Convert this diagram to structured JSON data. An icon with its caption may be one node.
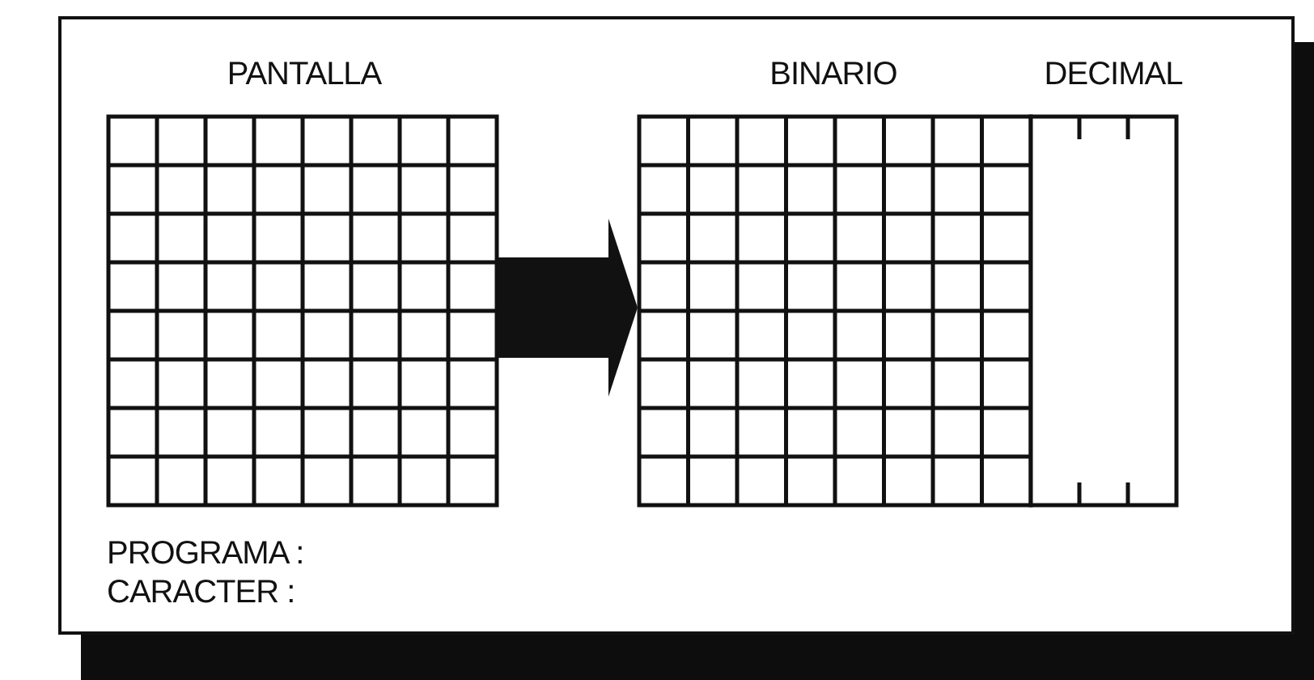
{
  "diagram": {
    "nodes": [
      {
        "text": [
          "PANTALLA"
        ]
      },
      {
        "text": [
          "BINARIO"
        ]
      },
      {
        "text": [
          "DECIMAL"
        ]
      }
    ],
    "edges": [
      {
        "from": 0,
        "to": 1,
        "arrow": "to"
      }
    ],
    "labels": [
      "PROGRAMA :",
      "CARACTER :"
    ]
  }
}
